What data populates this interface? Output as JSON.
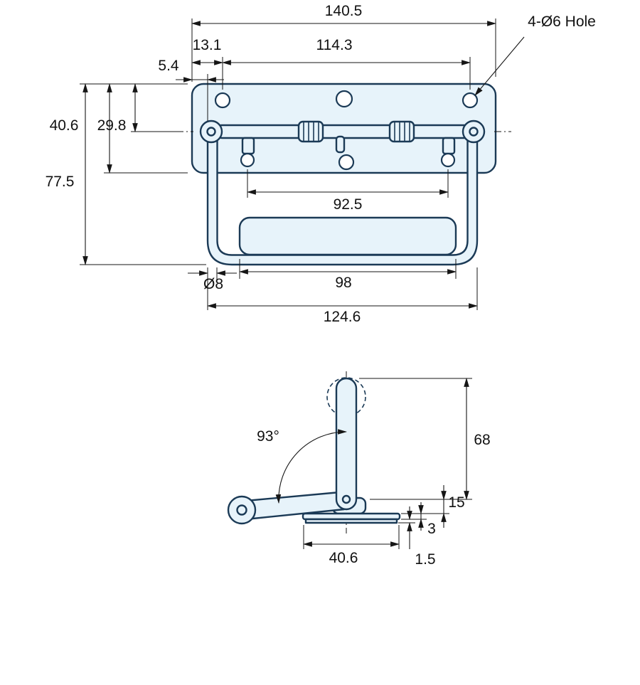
{
  "drawing": {
    "colors": {
      "part_fill": "#e7f3fa",
      "part_stroke": "#1b3a56",
      "dimension_color": "#161616"
    },
    "front_view": {
      "dim_overall_width": "140.5",
      "dim_hole_callout": "4-Ø6 Hole",
      "dim_hole_edge_offset": "13.1",
      "dim_hole_spacing": "114.3",
      "dim_handle_edge_offset": "5.4",
      "dim_plate_height": "40.6",
      "dim_pivot_from_top": "29.8",
      "dim_overall_height": "77.5",
      "dim_lower_hole_spacing": "92.5",
      "dim_wire_diameter": "Ø8",
      "dim_grip_length": "98",
      "dim_handle_outer_width": "124.6"
    },
    "side_view": {
      "dim_open_angle": "93°",
      "dim_handle_height": "68",
      "dim_pivot_height": "15",
      "dim_flange_height": "3",
      "dim_sheet_thickness": "1.5",
      "dim_base_width": "40.6"
    }
  }
}
